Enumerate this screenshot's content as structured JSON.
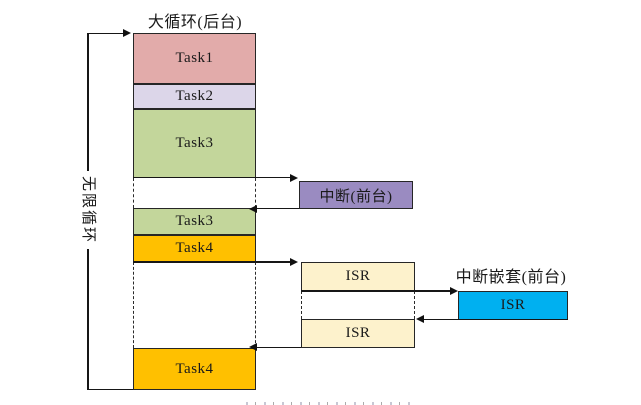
{
  "diagram": {
    "title": "大循环(后台)",
    "loop_label": "无限循环",
    "column": {
      "task1": "Task1",
      "task2": "Task2",
      "task3_top": "Task3",
      "task3_bottom": "Task3",
      "task4_top": "Task4",
      "task4_bottom": "Task4"
    },
    "interrupt": {
      "label": "中断(前台)"
    },
    "isr": {
      "first": "ISR",
      "second": "ISR",
      "nested": "ISR",
      "nested_label": "中断嵌套(前台)"
    },
    "colors": {
      "task1": "#e2abaa",
      "task2": "#dcd6e9",
      "task3": "#c3d69b",
      "task4": "#ffc000",
      "interrupt": "#9a8bc1",
      "isr": "#fdf2cc",
      "isr_nested": "#00b0f0",
      "line": "#161616"
    }
  }
}
